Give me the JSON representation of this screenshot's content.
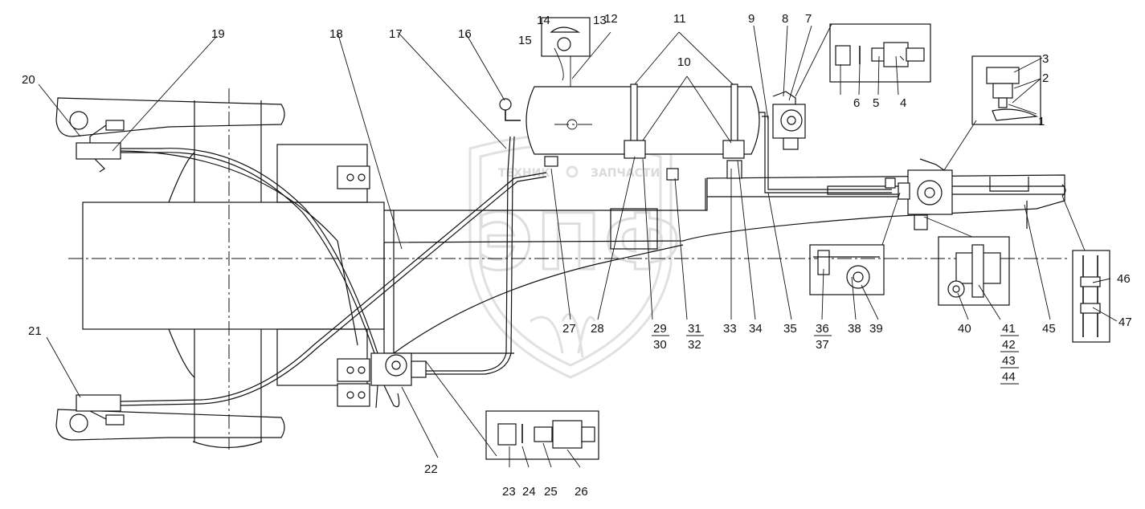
{
  "diagram": {
    "callouts": [
      "1",
      "2",
      "3",
      "4",
      "5",
      "6",
      "7",
      "8",
      "9",
      "10",
      "11",
      "12",
      "13",
      "14",
      "15",
      "16",
      "17",
      "18",
      "19",
      "20",
      "21",
      "22",
      "23",
      "24",
      "25",
      "26",
      "27",
      "28",
      "29",
      "30",
      "31",
      "32",
      "33",
      "34",
      "35",
      "36",
      "37",
      "38",
      "39",
      "40",
      "41",
      "42",
      "43",
      "44",
      "45",
      "46",
      "47"
    ]
  },
  "watermark": {
    "text_left": "ТЕХНИК",
    "text_right": "ЗАПЧАСТИ",
    "letters": "ЭПФ"
  }
}
